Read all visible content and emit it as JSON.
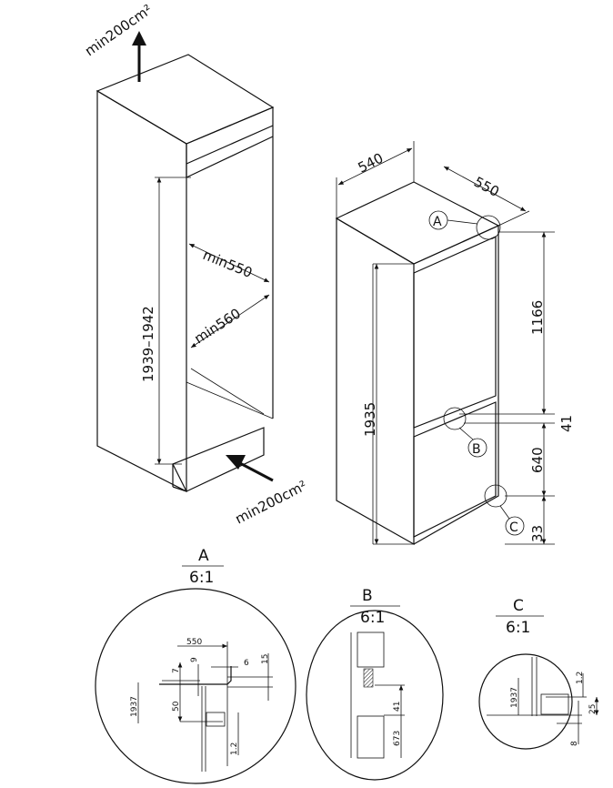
{
  "cabinet": {
    "vent_top": "min200cm²",
    "vent_bottom": "min200cm²",
    "height": "1939–1942",
    "depth": "min550",
    "width": "min560"
  },
  "appliance": {
    "width": "540",
    "depth": "550",
    "height": "1935",
    "upper_door": "1166",
    "gap": "41",
    "lower_door": "640",
    "base": "33",
    "markers": [
      "A",
      "B",
      "C"
    ]
  },
  "details": [
    {
      "label": "A",
      "scale": "6:1",
      "dims": [
        "550",
        "7",
        "9",
        "6",
        "15",
        "1937",
        "50",
        "1.2"
      ]
    },
    {
      "label": "B",
      "scale": "6:1",
      "dims": [
        "41",
        "673"
      ]
    },
    {
      "label": "C",
      "scale": "6:1",
      "dims": [
        "1937",
        "1.2",
        "25",
        "8"
      ]
    }
  ]
}
